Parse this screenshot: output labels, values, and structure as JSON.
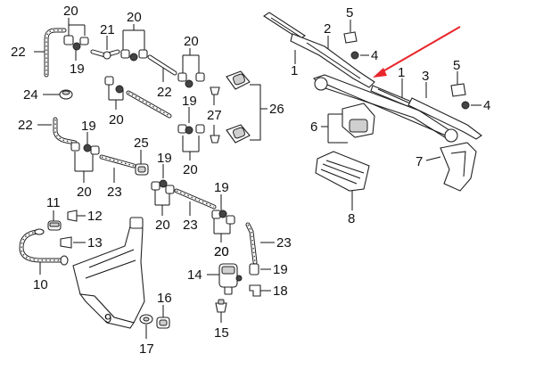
{
  "diagram": {
    "colors": {
      "ink": "#111111",
      "pointer_arrow": "#e8262b"
    },
    "callouts": [
      {
        "key": "c20a",
        "text": "20"
      },
      {
        "key": "c22a",
        "text": "22"
      },
      {
        "key": "c19a",
        "text": "19"
      },
      {
        "key": "c21",
        "text": "21"
      },
      {
        "key": "c20b",
        "text": "20"
      },
      {
        "key": "c20c",
        "text": "20"
      },
      {
        "key": "c22b",
        "text": "22"
      },
      {
        "key": "c20d",
        "text": "20"
      },
      {
        "key": "c24",
        "text": "24"
      },
      {
        "key": "c19b",
        "text": "19"
      },
      {
        "key": "c26",
        "text": "26"
      },
      {
        "key": "c27",
        "text": "27"
      },
      {
        "key": "c20e",
        "text": "20"
      },
      {
        "key": "c22c",
        "text": "22"
      },
      {
        "key": "c19c",
        "text": "19"
      },
      {
        "key": "c25",
        "text": "25"
      },
      {
        "key": "c20f",
        "text": "20"
      },
      {
        "key": "c19d",
        "text": "19"
      },
      {
        "key": "c20g",
        "text": "20"
      },
      {
        "key": "c23a",
        "text": "23"
      },
      {
        "key": "c20h",
        "text": "20"
      },
      {
        "key": "c23b",
        "text": "23"
      },
      {
        "key": "c19e",
        "text": "19"
      },
      {
        "key": "c20i",
        "text": "20"
      },
      {
        "key": "c23c",
        "text": "23"
      },
      {
        "key": "c11",
        "text": "11"
      },
      {
        "key": "c12",
        "text": "12"
      },
      {
        "key": "c13",
        "text": "13"
      },
      {
        "key": "c10",
        "text": "10"
      },
      {
        "key": "c9",
        "text": "9"
      },
      {
        "key": "c14",
        "text": "14"
      },
      {
        "key": "c19f",
        "text": "19"
      },
      {
        "key": "c18",
        "text": "18"
      },
      {
        "key": "c15",
        "text": "15"
      },
      {
        "key": "c16",
        "text": "16"
      },
      {
        "key": "c17",
        "text": "17"
      },
      {
        "key": "c5a",
        "text": "5"
      },
      {
        "key": "c2",
        "text": "2"
      },
      {
        "key": "c4a",
        "text": "4"
      },
      {
        "key": "c1a",
        "text": "1"
      },
      {
        "key": "c1b",
        "text": "1"
      },
      {
        "key": "c3",
        "text": "3"
      },
      {
        "key": "c5b",
        "text": "5"
      },
      {
        "key": "c4b",
        "text": "4"
      },
      {
        "key": "c6",
        "text": "6"
      },
      {
        "key": "c7",
        "text": "7"
      },
      {
        "key": "c8",
        "text": "8"
      }
    ]
  }
}
